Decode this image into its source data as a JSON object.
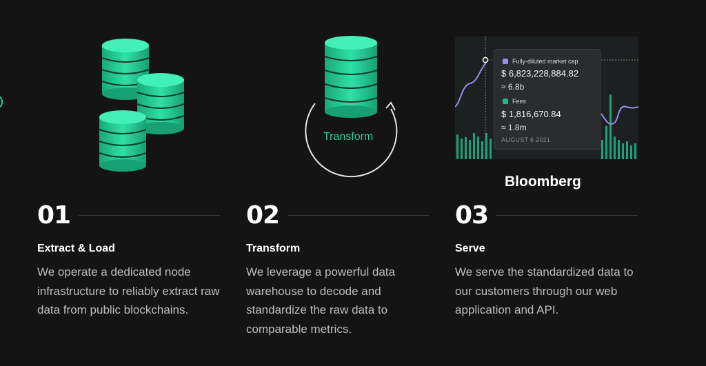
{
  "steps": [
    {
      "number": "01",
      "title": "Extract & Load",
      "description": "We operate a dedicated node infrastructure to reliably extract raw data from public blockchains."
    },
    {
      "number": "02",
      "title": "Transform",
      "description": "We leverage a powerful data warehouse to decode and standardize the raw data to comparable metrics.",
      "illustration_label": "Transform"
    },
    {
      "number": "03",
      "title": "Serve",
      "description": "We serve the standardized data to our customers through our web application and API.",
      "brand": "Bloomberg",
      "tooltip": {
        "metric1_label": "Fully-diluted market cap",
        "metric1_value": "$ 6,823,228,884.82",
        "metric1_approx": "≈ 6.8b",
        "metric2_label": "Fees",
        "metric2_value": "$ 1,816,670.84",
        "metric2_approx": "≈ 1.8m",
        "date": "AUGUST 6 2021"
      }
    }
  ],
  "colors": {
    "background": "#141414",
    "accent_green": "#1fd69b",
    "line_purple": "#9b8cf0",
    "bar_green": "#1fb98a"
  },
  "icons": [
    "database-stack-icon",
    "transform-cycle-icon"
  ]
}
